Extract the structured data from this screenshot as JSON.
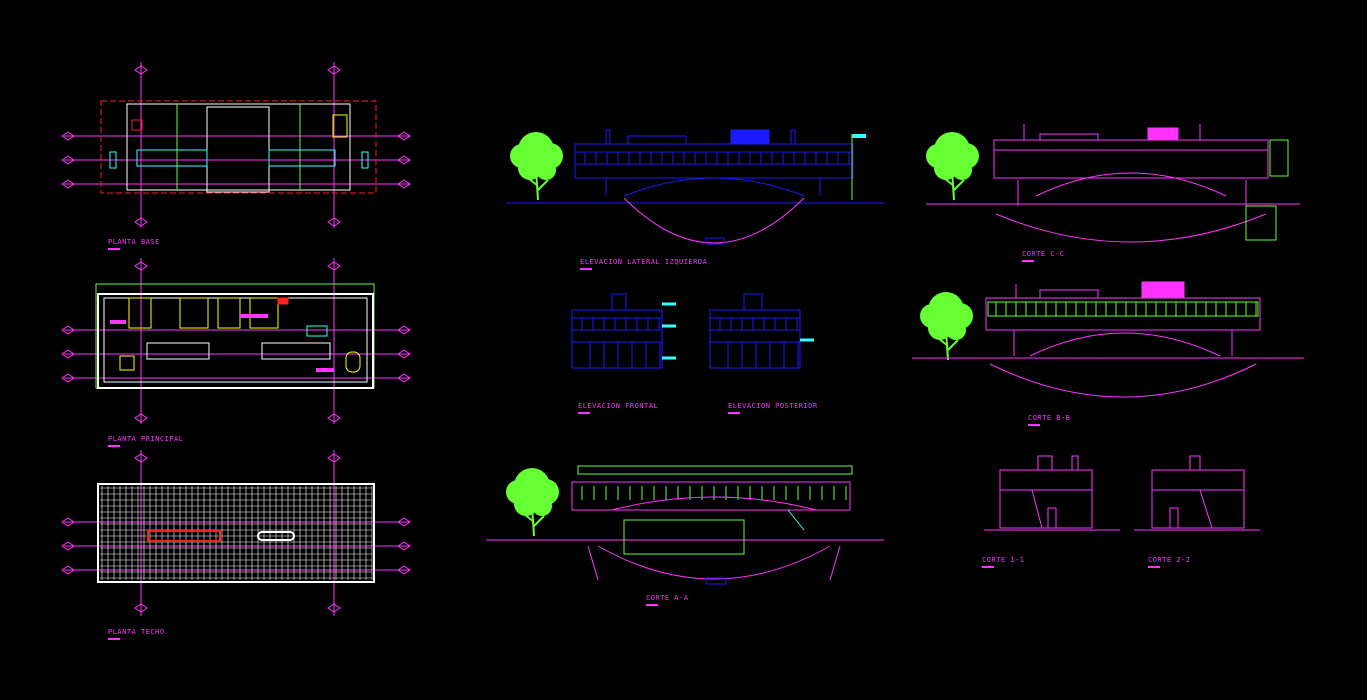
{
  "drawing": {
    "background": "#000000",
    "colors": {
      "magenta": "#ff33ff",
      "white": "#ffffff",
      "blue": "#1a1aff",
      "green": "#66ff33",
      "cyan": "#33ffff",
      "yellow": "#ffff00",
      "red": "#ff2020"
    },
    "labels": {
      "planta_base": "PLANTA BASE",
      "planta_principal": "PLANTA PRINCIPAL",
      "planta_techo": "PLANTA TECHO",
      "elevacion_lateral": "ELEVACION LATERAL IZQUIERDA",
      "elevacion_frontal": "ELEVACION FRONTAL",
      "elevacion_posterior": "ELEVACION POSTERIOR",
      "corte_aa": "CORTE A-A",
      "corte_cc": "CORTE C-C",
      "corte_bb": "CORTE B-B",
      "corte_11": "CORTE 1-1",
      "corte_22": "CORTE 2-2"
    }
  }
}
